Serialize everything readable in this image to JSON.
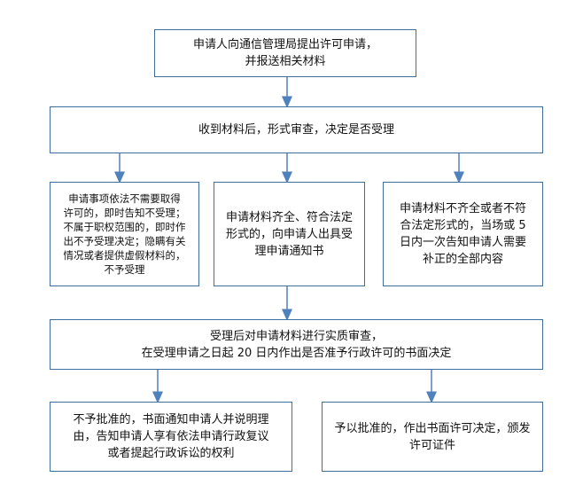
{
  "nodes": {
    "apply": {
      "line1": "申请人向通信管理局提出许可申请，",
      "line2": "并报送相关材料"
    },
    "receive": {
      "text": "收到材料后，形式审查，决定是否受理"
    },
    "reject_notice": {
      "lines": [
        "申请事项依法不需要取得",
        "许可的，即时告知不受理；",
        "不属于职权范围的，即时作",
        "出不予受理决定；隐瞒有关",
        "情况或者提供虚假材料的，",
        "不予受理"
      ]
    },
    "accept_notice": {
      "lines": [
        "申请材料齐全、符合法定",
        "形式的，向申请人出具受",
        "理申请通知书"
      ]
    },
    "supplement": {
      "lines": [
        "申请材料不齐全或者不符",
        "合法定形式的，当场或 5",
        "日内一次告知申请人需要",
        "补正的全部内容"
      ]
    },
    "review": {
      "line1": "受理后对申请材料进行实质审查，",
      "line2": "在受理申请之日起 20 日内作出是否准予行政许可的书面决定"
    },
    "deny": {
      "lines": [
        "不予批准的，书面通知申请人并说明理",
        "由，告知申请人享有依法申请行政复议",
        "或者提起行政诉讼的权利"
      ]
    },
    "approve": {
      "lines": [
        "予以批准的，作出书面许可决定，颁发",
        "许可证件"
      ]
    }
  },
  "colors": {
    "border": "#3f6e9c",
    "arrow": "#4f81bd"
  }
}
